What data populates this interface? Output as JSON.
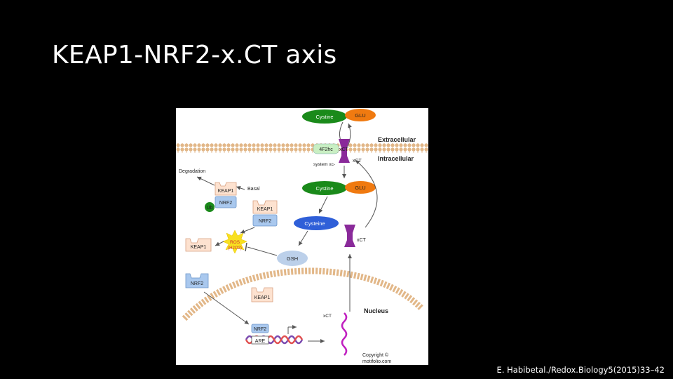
{
  "slide": {
    "title": "KEAP1-NRF2-x.CT axis",
    "citation": "E. Habibetal./Redox.Biology5(2015)33–42"
  },
  "figure": {
    "labels": {
      "cystine_top": "Cystine",
      "glu_top": "GLU",
      "extracellular": "Extracellular",
      "f2hc": "4F2hc",
      "xct_transporter": "xCT",
      "system_xc": "system xc-",
      "xct_membrane": "xCT",
      "intracellular": "Intracellular",
      "degradation": "Degradation",
      "basal": "Basal",
      "keap1_a": "KEAP1",
      "ub": "Ub",
      "nrf2_a": "NRF2",
      "keap1_b": "KEAP1",
      "nrf2_b": "NRF2",
      "cystine_mid": "Cystine",
      "glu_mid": "GLU",
      "cysteine": "Cysteine",
      "keap1_c": "KEAP1",
      "ros_line1": "ROS",
      "ros_line2": "(H2O2)",
      "gsh": "GSH",
      "xct_cyto": "xCT",
      "nrf2_c": "NRF2",
      "keap1_d": "KEAP1",
      "nucleus": "Nucleus",
      "xct_mrna": "xCT",
      "nrf2_nuc": "NRF2",
      "are": "ARE",
      "copyright_line1": "Copyright ©",
      "copyright_line2": "motifolio.com"
    },
    "colors": {
      "membrane": "#e8c9a0",
      "cystine_green": "#1a8a1a",
      "glu_orange": "#f07a10",
      "keap1_fill": "#fde2d0",
      "nrf2_fill": "#a9c8ee",
      "cysteine_blue": "#2f5fd8",
      "xct_purple": "#8a2a9a",
      "ros_yellow": "#f8e020",
      "mrna_magenta": "#c020c0"
    }
  }
}
